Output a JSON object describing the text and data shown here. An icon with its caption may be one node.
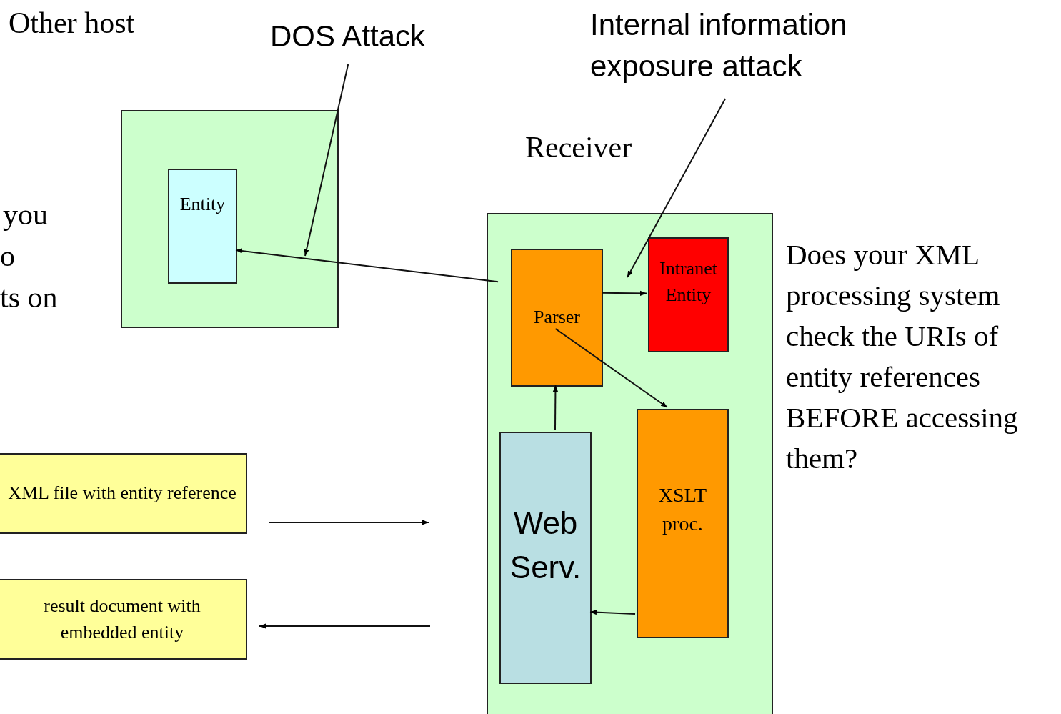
{
  "diagram": {
    "nodes": [
      {
        "text": [],
        "shape": "box"
      },
      {
        "text": [
          "Entity"
        ],
        "in": 0
      },
      {
        "text": [
          "Receiver"
        ]
      },
      {
        "text": [
          "Parser"
        ],
        "in": 2
      },
      {
        "text": [
          "Intranet Entity"
        ],
        "in": 2
      },
      {
        "text": [
          "Web Serv."
        ],
        "in": 2
      },
      {
        "text": [
          "XSLT proc."
        ],
        "in": 2
      },
      {
        "text": [
          "XML file with entity reference"
        ]
      },
      {
        "text": [
          "result document with embedded entity"
        ]
      },
      {
        "text": [
          "DOS Attack"
        ]
      },
      {
        "text": [
          "Internal information exposure attack"
        ]
      }
    ],
    "edges": [
      {
        "from": 3,
        "to": 1,
        "arrow": "to"
      },
      {
        "from": 9,
        "to": null,
        "arrow": "to"
      },
      {
        "from": 10,
        "to": 4,
        "arrow": "to"
      },
      {
        "from": 3,
        "to": 4,
        "arrow": "to"
      },
      {
        "from": 3,
        "to": 6,
        "arrow": "to"
      },
      {
        "from": 5,
        "to": 3,
        "arrow": "to"
      },
      {
        "from": 6,
        "to": 5,
        "arrow": "to"
      },
      {
        "from": 7,
        "to": 2,
        "arrow": "to"
      },
      {
        "from": 2,
        "to": 8,
        "arrow": "to"
      }
    ],
    "labels": [
      "Other host",
      "you",
      "o",
      "ts on",
      "Does your XML processing system check the URIs of entity references BEFORE accessing them?"
    ]
  }
}
